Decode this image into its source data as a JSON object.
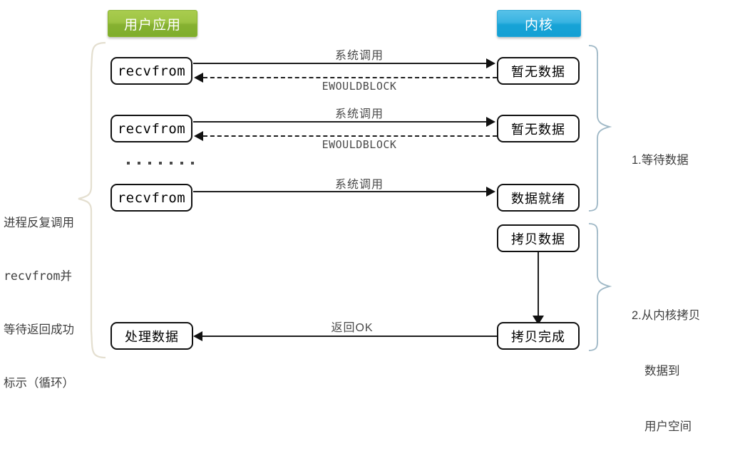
{
  "diagram": {
    "title_hidden": "",
    "headers": {
      "user_app": "用户应用",
      "kernel": "内核"
    },
    "colors": {
      "user_app_pill": "#8ab531",
      "kernel_pill": "#17a3d6",
      "left_brace": "#e9e4d6",
      "right_brace": "#9fb8c6",
      "node_border": "#111111",
      "edge_label": "#4a4a4a",
      "caption": "#3f3f3f"
    },
    "nodes": {
      "recvfrom_1": "recvfrom",
      "recvfrom_2": "recvfrom",
      "recvfrom_3": "recvfrom",
      "no_data_1": "暂无数据",
      "no_data_2": "暂无数据",
      "data_ready": "数据就绪",
      "copy_data": "拷贝数据",
      "copy_done": "拷贝完成",
      "process_data": "处理数据"
    },
    "edges": {
      "syscall_1": "系统调用",
      "ewouldblock_1": "EWOULDBLOCK",
      "syscall_2": "系统调用",
      "ewouldblock_2": "EWOULDBLOCK",
      "syscall_3": "系统调用",
      "return_ok": "返回OK"
    },
    "ellipsis_dot_count": 7,
    "left_caption": {
      "line1": "进程反复调用",
      "line2": "recvfrom并",
      "line3": "等待返回成功",
      "line4": "标示（循环）"
    },
    "right_captions": {
      "stage1": "1.等待数据",
      "stage2_line1": "2.从内核拷贝",
      "stage2_line2": "数据到",
      "stage2_line3": "用户空间"
    }
  }
}
